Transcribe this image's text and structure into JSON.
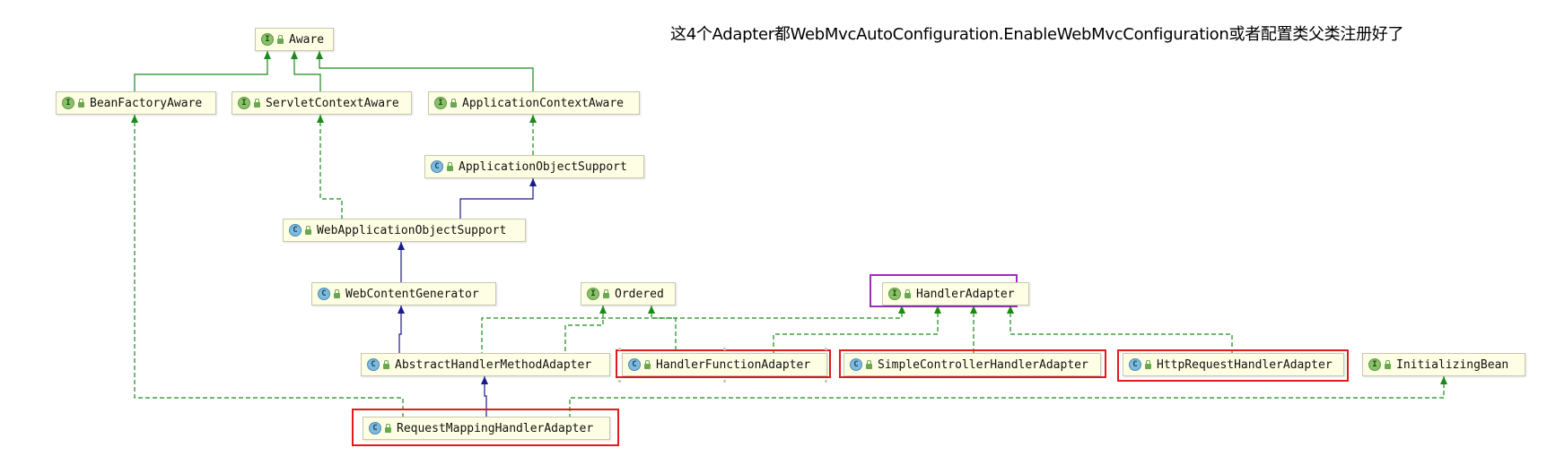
{
  "note": "这4个Adapter都WebMvcAutoConfiguration.EnableWebMvcConfiguration或者配置类父类注册好了",
  "colors": {
    "implements_edge": "#1a8a1a",
    "extends_edge": "#1a1a8a",
    "highlight_red": "#e01b1b",
    "highlight_purple": "#9b30b5",
    "node_fill": "#fefee4"
  },
  "nodes": {
    "aware": {
      "kind": "I",
      "label": "Aware"
    },
    "beanfactoryaware": {
      "kind": "I",
      "label": "BeanFactoryAware"
    },
    "servletcontextaware": {
      "kind": "I",
      "label": "ServletContextAware"
    },
    "applicationcontextaware": {
      "kind": "I",
      "label": "ApplicationContextAware"
    },
    "applicationobjectsupport": {
      "kind": "C",
      "label": "ApplicationObjectSupport"
    },
    "webapplicationobjectsupport": {
      "kind": "C",
      "label": "WebApplicationObjectSupport"
    },
    "webcontentgenerator": {
      "kind": "C",
      "label": "WebContentGenerator"
    },
    "ordered": {
      "kind": "I",
      "label": "Ordered"
    },
    "handleradapter": {
      "kind": "I",
      "label": "HandlerAdapter"
    },
    "abstracthandlermethodadapter": {
      "kind": "C",
      "label": "AbstractHandlerMethodAdapter"
    },
    "handlerfunctionadapter": {
      "kind": "C",
      "label": "HandlerFunctionAdapter"
    },
    "simplecontrollerhandleradapter": {
      "kind": "C",
      "label": "SimpleControllerHandlerAdapter"
    },
    "httprequesthandleradapter": {
      "kind": "C",
      "label": "HttpRequestHandlerAdapter"
    },
    "initializingbean": {
      "kind": "I",
      "label": "InitializingBean"
    },
    "requestmappinghandleradapter": {
      "kind": "C",
      "label": "RequestMappingHandlerAdapter"
    }
  }
}
